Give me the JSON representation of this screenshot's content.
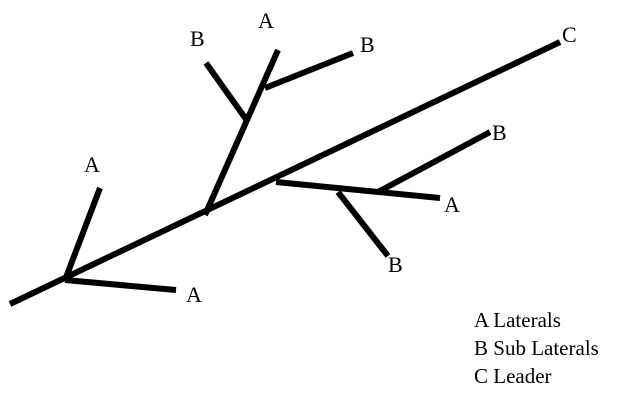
{
  "labels": {
    "lateral": "A",
    "sub_lateral": "B",
    "leader": "C"
  },
  "legend": [
    {
      "key": "A",
      "text": "Laterals"
    },
    {
      "key": "B",
      "text": "Sub Laterals"
    },
    {
      "key": "C",
      "text": "Leader"
    }
  ],
  "colors": {
    "branch": "#000000",
    "background": "#ffffff"
  }
}
